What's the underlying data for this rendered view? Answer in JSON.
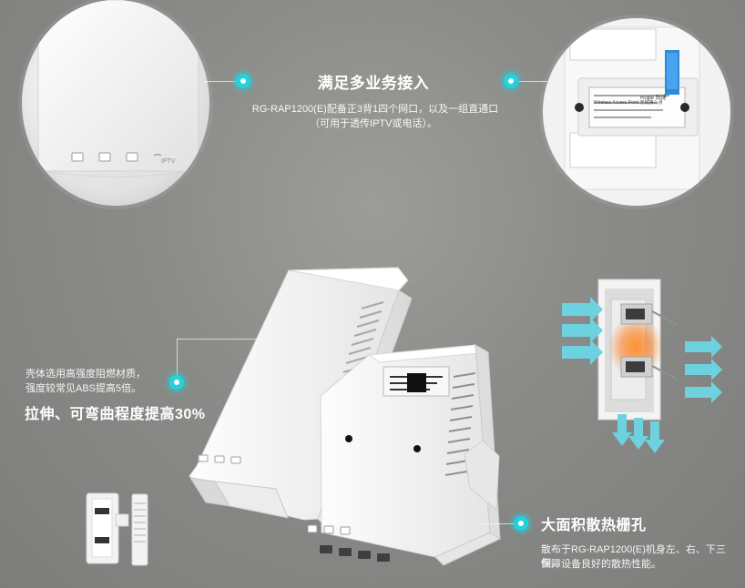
{
  "top_center": {
    "title": "满足多业务接入",
    "line1": "RG-RAP1200(E)配备正3背1四个网口，以及一组直通口",
    "line2": "（可用于透传IPTV或电话）。"
  },
  "left_feature": {
    "line1": "壳体选用高强度阻燃材质，",
    "line2": "强度较常见ABS提高5倍。",
    "title": "拉伸、可弯曲程度提高30%"
  },
  "right_feature": {
    "title": "大面积散热栅孔",
    "line1": "散布于RG-RAP1200(E)机身左、右、下三侧，",
    "line2": "保障设备良好的散热性能。"
  },
  "product_labels": {
    "iptv": "IPTV",
    "brand": "Ruijie 锐捷",
    "label_title": "Wireless Access Point 无线接入点"
  },
  "colors": {
    "accent": "#22d3df",
    "background": "#8b8c89",
    "white": "#ffffff"
  },
  "icons": [
    "network-port-icon",
    "phone-icon",
    "heat-arrow-icon",
    "cyan-indicator-icon"
  ]
}
